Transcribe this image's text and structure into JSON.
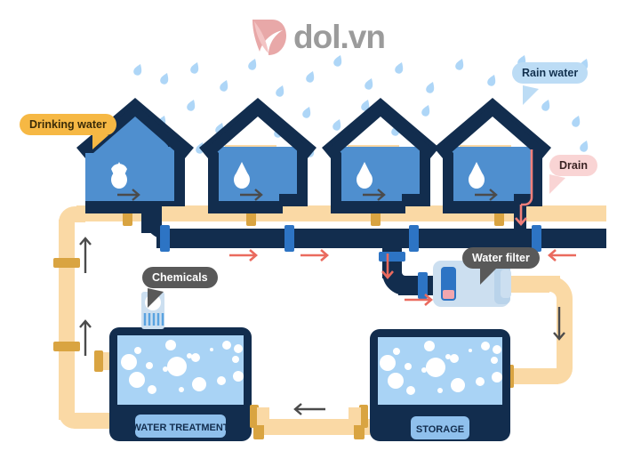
{
  "brand": {
    "name": "dol.vn",
    "logo_icon": "dol-leaf-logo-icon"
  },
  "labels": {
    "drinking_water": {
      "text": "Drinking water",
      "color": "#f5b councils"
    },
    "rain_water": {
      "text": "Rain water"
    },
    "drain": {
      "text": "Drain"
    },
    "water_filter": {
      "text": "Water filter"
    },
    "chemicals": {
      "text": "Chemicals"
    }
  },
  "tanks": {
    "treatment": {
      "label": "WATER TREATMENT"
    },
    "storage": {
      "label": "STORAGE"
    }
  },
  "colors": {
    "clean_pipe": "#fad9a5",
    "clean_pipe_collar": "#d9a441",
    "waste_pipe": "#122d4e",
    "waste_pipe_collar": "#2d74c4",
    "house_fill": "#4f8fcf",
    "house_outline": "#122d4e",
    "water": "#a9d3f5",
    "tank_frame": "#122d4e",
    "drinking_water_label_bg": "#f6b844",
    "rain_water_label_bg": "#bcdcf5",
    "drain_label_bg": "#f9d4d4",
    "dark_label_bg": "#595959",
    "red_arrow": "#ea6a5e",
    "gray_arrow": "#4b4b4b",
    "raindrop": "#aed6f7",
    "brand_gray": "#9b9b9b",
    "brand_pink": "#e8a8a8"
  },
  "houses": [
    {
      "name": "house-1",
      "faucet_icon": "faucet-with-drop-icon",
      "arrow_icon": "arrow-right-icon"
    },
    {
      "name": "house-2",
      "faucet_icon": "faucet-with-drop-icon",
      "arrow_icon": "arrow-right-icon"
    },
    {
      "name": "house-3",
      "faucet_icon": "faucet-with-drop-icon",
      "arrow_icon": "arrow-right-icon"
    },
    {
      "name": "house-4",
      "faucet_icon": "faucet-with-drop-icon",
      "arrow_icon": "arrow-right-icon"
    }
  ],
  "arrows": [
    {
      "name": "arrow-house-1-out",
      "direction": "right",
      "color": "gray"
    },
    {
      "name": "arrow-house-2-out",
      "direction": "right",
      "color": "gray"
    },
    {
      "name": "arrow-house-3-out",
      "direction": "right",
      "color": "gray"
    },
    {
      "name": "arrow-house-4-out",
      "direction": "right",
      "color": "gray"
    },
    {
      "name": "arrow-clean-up-lower",
      "direction": "up",
      "color": "gray"
    },
    {
      "name": "arrow-clean-up-upper",
      "direction": "up",
      "color": "gray"
    },
    {
      "name": "arrow-storage-to-treatment",
      "direction": "left",
      "color": "gray"
    },
    {
      "name": "arrow-storage-feed-down",
      "direction": "down",
      "color": "gray"
    },
    {
      "name": "arrow-waste-right-1",
      "direction": "right",
      "color": "red"
    },
    {
      "name": "arrow-waste-right-2",
      "direction": "right",
      "color": "red"
    },
    {
      "name": "arrow-waste-right-3",
      "direction": "right",
      "color": "red"
    },
    {
      "name": "arrow-waste-left",
      "direction": "left",
      "color": "red"
    },
    {
      "name": "arrow-drain-down",
      "direction": "down",
      "color": "red"
    },
    {
      "name": "arrow-filter-down",
      "direction": "down",
      "color": "red"
    }
  ]
}
